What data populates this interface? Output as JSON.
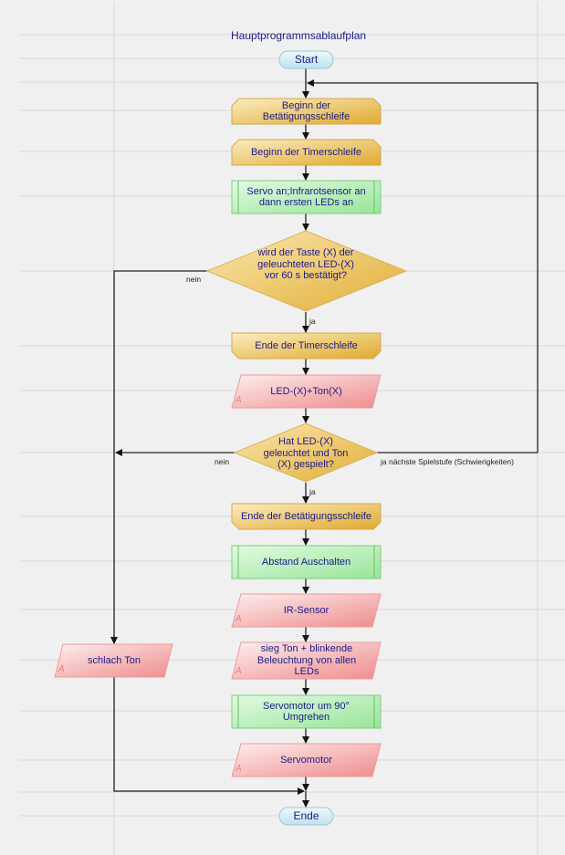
{
  "title": "Hauptprogrammsablaufplan",
  "colors": {
    "text": "#1a1a8c",
    "terminal": "#d2ecf5",
    "loop": "#eec45a",
    "process": "#a8eaa8",
    "io": "#f4a8a8",
    "decision": "#f0c865",
    "line": "#222222"
  },
  "nodes": {
    "start": "Start",
    "loop_begin_actuation": "Beginn der Betätigungsschleife",
    "loop_begin_timer": "Beginn der Timerschleife",
    "servo_on": "Servo an;Infrarotsensor an dann ersten LEDs an",
    "decision_button": "wird der Taste (X) der geleuchteten LED-(X) vor 60 s bestätigt?",
    "loop_end_timer": "Ende der Timerschleife",
    "led_tone": "LED-(X)+Ton(X)",
    "decision_led": "Hat LED-(X) geleuchtet und Ton (X) gespielt?",
    "loop_end_actuation": "Ende der Betätigungsschleife",
    "distance_off": "Abstand Auschalten",
    "ir_sensor": "IR-Sensor",
    "win_tone": "sieg Ton + blinkende Beleuchtung von allen LEDs",
    "servo_rotate": "Servomotor um 90° Umgrehen",
    "servomotor": "Servomotor",
    "bad_tone": "schlach Ton",
    "end": "Ende"
  },
  "edge_labels": {
    "d1_no": "nein",
    "d1_yes": "ja",
    "d2_no": "nein",
    "d2_yes": "ja",
    "d2_next": "ja nächste Spielstufe (Schwierigkeiten)"
  },
  "io_marker": "A"
}
